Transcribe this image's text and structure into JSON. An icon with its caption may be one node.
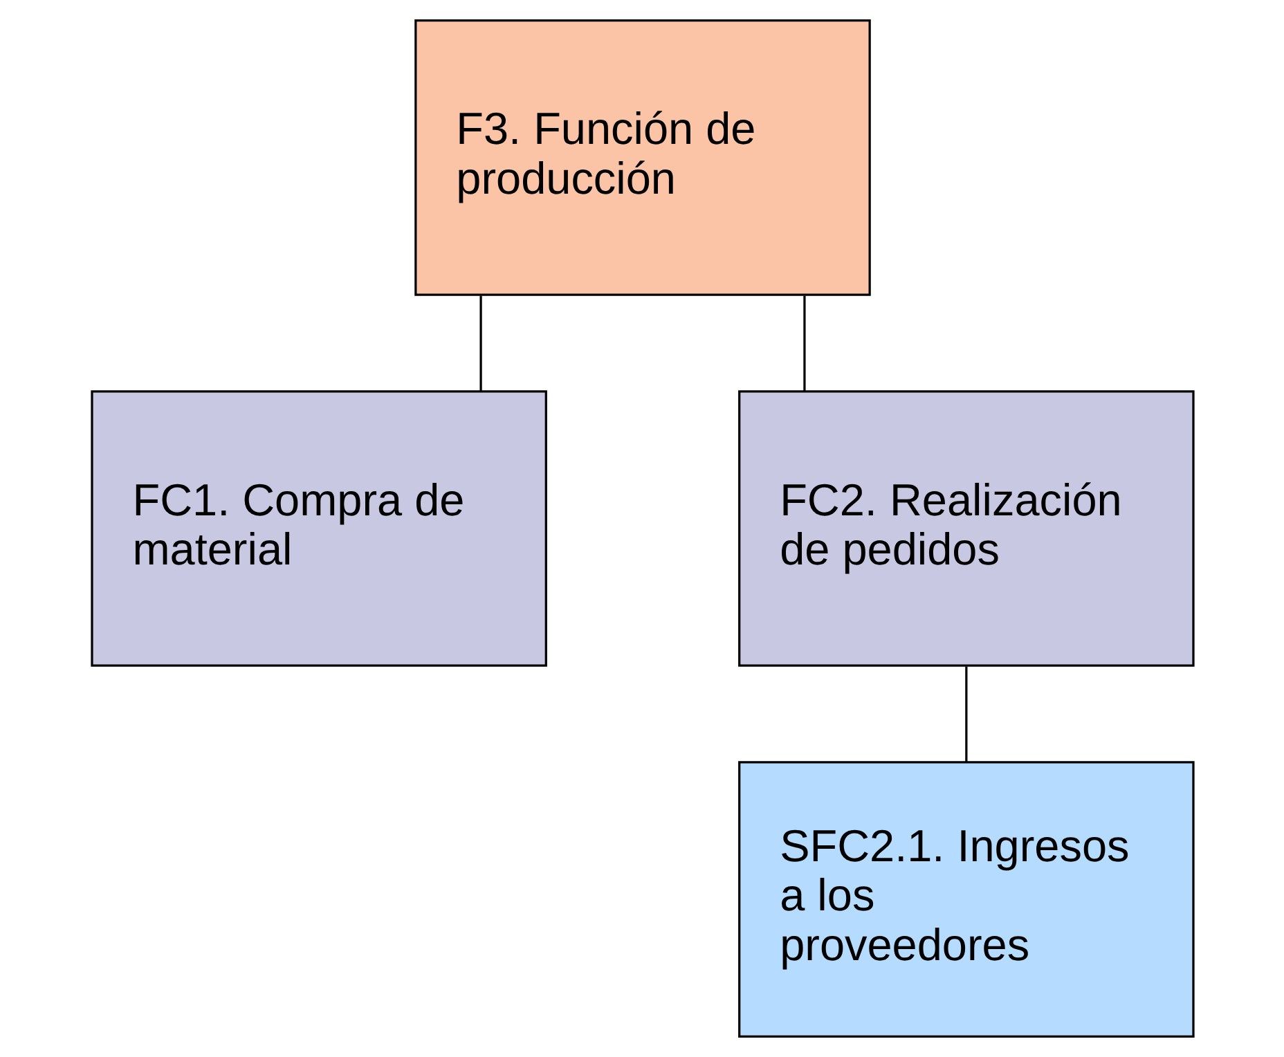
{
  "diagram": {
    "nodes": [
      {
        "text": [
          "F3. Función de producción"
        ]
      },
      {
        "text": [
          "FC1. Compra de material"
        ]
      },
      {
        "text": [
          "FC2. Realización de pedidos"
        ]
      },
      {
        "text": [
          "SFC2.1. Ingresos a los proveedores"
        ]
      }
    ],
    "edges": [
      {
        "from": 0,
        "to": 1,
        "arrow": "none"
      },
      {
        "from": 0,
        "to": 2,
        "arrow": "none"
      },
      {
        "from": 2,
        "to": 3,
        "arrow": "none"
      }
    ]
  }
}
